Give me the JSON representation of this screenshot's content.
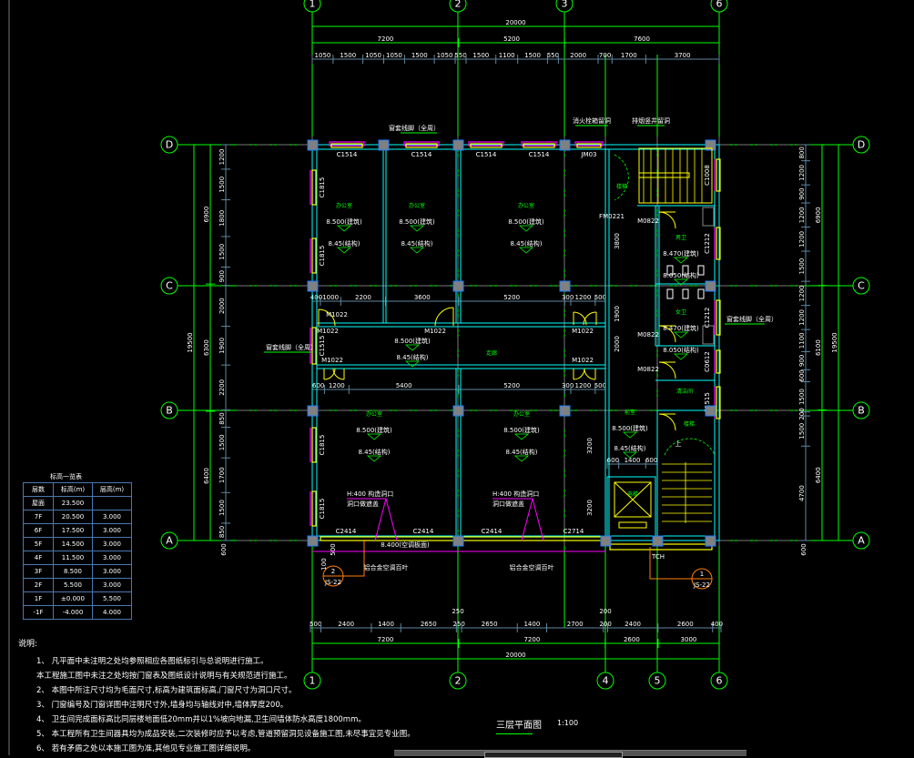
{
  "drawing": {
    "title": "三层平面图",
    "scale": "1:100"
  },
  "axes": {
    "top": [
      "1",
      "2",
      "3",
      "6"
    ],
    "bottom": [
      "1",
      "2",
      "4",
      "5",
      "6"
    ],
    "left": [
      "D",
      "C",
      "B",
      "A"
    ],
    "right": [
      "D",
      "C",
      "B",
      "A"
    ]
  },
  "dimensions": {
    "top_total": "20000",
    "top_bays": [
      "7200",
      "5200",
      "7600"
    ],
    "top_detail": [
      "1050",
      "1500",
      "1050",
      "1050",
      "1500",
      "1050",
      "550",
      "1500",
      "1100",
      "1500",
      "550",
      "2000",
      "700",
      "1700",
      "3700"
    ],
    "bottom_detail": [
      "500",
      "2400",
      "1400",
      "2650",
      "250",
      "2650",
      "1400",
      "2700",
      "200",
      "2400",
      "2600",
      "400"
    ],
    "bottom_extra": [
      "250",
      "200"
    ],
    "bottom_bays": [
      "7200",
      "7200",
      "2600",
      "3000"
    ],
    "bottom_total": "20000",
    "left_total": "19500",
    "left_bays": [
      "6900",
      "6300",
      "6400"
    ],
    "left_detail": [
      "1200",
      "1500",
      "1800",
      "1500",
      "900",
      "2000",
      "1900",
      "2200",
      "850",
      "1500",
      "1700",
      "1500",
      "850"
    ],
    "left_below": "600",
    "right_total": "19500",
    "right_bays": [
      "6900",
      "6100",
      "6400"
    ],
    "right_detail": [
      "800",
      "1200",
      "900",
      "1200",
      "1200",
      "1500",
      "1200",
      "1200",
      "1100",
      "900",
      "600",
      "1500",
      "200",
      "1500",
      "4700"
    ],
    "right_below": "600",
    "inner_row1": [
      "400",
      "1000",
      "2200",
      "3600",
      "5200",
      "300",
      "1200",
      "500"
    ],
    "inner_row2": [
      "600",
      "1200",
      "5400",
      "5200",
      "300",
      "1200",
      "500"
    ],
    "inner_row3": [
      "600",
      "1400",
      "600"
    ],
    "inner_vertical": [
      "3200",
      "3200",
      "3800",
      "1900",
      "2000"
    ]
  },
  "rooms": [
    {
      "name": "办公室",
      "elev_arch": "8.500(建筑)",
      "elev_struct": "8.45(结构)"
    },
    {
      "name": "办公室",
      "elev_arch": "8.500(建筑)",
      "elev_struct": "8.45(结构)"
    },
    {
      "name": "办公室",
      "elev_arch": "8.500(建筑)",
      "elev_struct": "8.45(结构)"
    },
    {
      "name": "走廊",
      "elev_arch": "8.500(建筑)",
      "elev_struct": "8.45(结构)"
    },
    {
      "name": "办公室",
      "elev_arch": "8.500(建筑)",
      "elev_struct": "8.45(结构)"
    },
    {
      "name": "办公室",
      "elev_arch": "8.500(建筑)",
      "elev_struct": "8.45(结构)"
    },
    {
      "name": "男卫",
      "elev_arch": "8.470(建筑)",
      "elev_struct": "8.050(结构)"
    },
    {
      "name": "女卫",
      "elev_arch": "8.470(建筑)",
      "elev_struct": "8.050(结构)"
    },
    {
      "name": "前室",
      "elev_arch": "8.500(建筑)",
      "elev_struct": "8.45(结构)"
    }
  ],
  "service_labels": {
    "stair": "楼梯",
    "stair2": "楼梯",
    "elevator": "电梯",
    "janitor": "清洁间",
    "up": "上"
  },
  "windows": {
    "top": [
      "C1514",
      "C1514",
      "C1514",
      "C1514",
      "JM03"
    ],
    "left": [
      "C1815",
      "C1815",
      "C1515",
      "C1815",
      "C1815"
    ],
    "bottom": [
      "C2414",
      "C2414",
      "C2414",
      "C2714"
    ],
    "right": [
      "C1008",
      "C1212",
      "C1212",
      "C0612",
      "C1515"
    ]
  },
  "doors": [
    "M1022",
    "M1022",
    "M1022",
    "M1022",
    "M1022",
    "M1022",
    "FM0221",
    "M0822",
    "M0822",
    "M0822"
  ],
  "annotations": {
    "top_molding": "窗套线脚（全周）",
    "fire_hydrant": "消火栓箱留洞",
    "smoke_vent": "排烟竖井留洞",
    "right_molding": "窗套线脚（全周）",
    "left_molding": "窗套线脚（全周）",
    "hole1": "H:400 构造洞口",
    "hole1b": "洞口做遮盖",
    "hole2": "H:400 构造洞口",
    "hole2b": "洞口做遮盖",
    "louver1": "铝合金空调百叶",
    "louver2": "铝合金空调百叶",
    "sill": "8.400(空调板面)",
    "dim100": "100",
    "dim500": "500",
    "callout1_num": "2",
    "callout1_ref": "JS-22",
    "callout2_num": "1",
    "callout2_ref": "JS-22",
    "canopy": "TCH"
  },
  "elevation_table": {
    "title": "标高一览表",
    "headers": [
      "层数",
      "标高(m)",
      "层高(m)"
    ],
    "rows": [
      [
        "屋面",
        "23.500",
        ""
      ],
      [
        "7F",
        "20.500",
        "3.000"
      ],
      [
        "6F",
        "17.500",
        "3.000"
      ],
      [
        "5F",
        "14.500",
        "3.000"
      ],
      [
        "4F",
        "11.500",
        "3.000"
      ],
      [
        "3F",
        "8.500",
        "3.000"
      ],
      [
        "2F",
        "5.500",
        "3.000"
      ],
      [
        "1F",
        "±0.000",
        "5.500"
      ],
      [
        "-1F",
        "-4.000",
        "4.000"
      ]
    ]
  },
  "notes": {
    "heading": "说明:",
    "items": [
      "1、 凡平面中未注明之处均参照相应各图纸标引与总说明进行施工。",
      "     本工程施工图中未注之处均按门窗表及图纸设计说明与有关规范进行施工。",
      "2、 本图中所注尺寸均为毛面尺寸,标高为建筑面标高,门窗尺寸为洞口尺寸。",
      "3、 门窗编号及门窗详图中注明尺寸外,墙身均与轴线对中,墙体厚度200。",
      "4、 卫生间完成面标高比同层楼地面低20mm并以1%坡向地漏,卫生间墙体防水高度1800mm。",
      "5、 本工程所有卫生间器具均为成品安装,二次装修时应予以考虑,管道预留洞见设备施工图,未尽事宜见专业图。",
      "6、 若有矛盾之处以本施工图为准,其他见专业施工图详细说明。"
    ]
  },
  "colors": {
    "background": "#000000",
    "axis": "#00ff00",
    "wall": "#00ffff",
    "window": "#ffff00",
    "window_frame": "#ff00ff",
    "dim": "#5f87a0",
    "column": "#808080",
    "callout": "#ff8000"
  }
}
